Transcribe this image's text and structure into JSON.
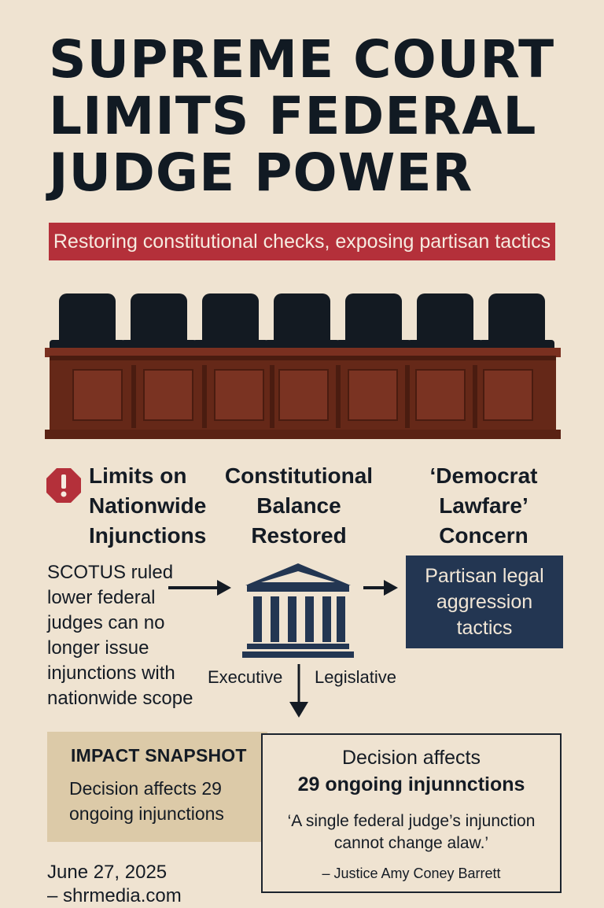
{
  "title": {
    "line1": "SUPREME COURT",
    "line2": "LIMITS FEDERAL",
    "line3": "JUDGE POWER"
  },
  "subtitle": "Restoring constitutional checks, exposing partisan tactics",
  "sections": [
    {
      "lines": [
        "Limits on",
        "Nationwide",
        "Injunctions"
      ]
    },
    {
      "lines": [
        "Constitutional",
        "Balance",
        "Restored"
      ]
    },
    {
      "lines": [
        "‘Democrat",
        "Lawfare’",
        "Concern"
      ]
    }
  ],
  "ruling_text": "SCOTUS ruled lower federal judges can no longer issue injunctions with nationwide scope",
  "lawfare_box": "Partisan legal aggression tactics",
  "branches": {
    "left": "Executive",
    "right": "Legislative"
  },
  "impact": {
    "title": "IMPACT SNAPSHOT",
    "text": "Decision affects 29 ongoing injunctions"
  },
  "quote_box": {
    "line1": "Decision affects",
    "line2": "29 ongoing injunnctions",
    "quote": "‘A single federal judge’s injunction cannot change alaw.’",
    "author": "– Justice Amy Coney Barrett"
  },
  "footer": {
    "date": "June 27, 2025",
    "source": "– shrmedia.com"
  },
  "colors": {
    "background": "#efe3d1",
    "banner": "#b4303a",
    "navy": "#233652",
    "wood": "#6b2a1a",
    "chair": "#131a22",
    "snapshot": "#dccaa8"
  },
  "icons": {
    "alert": "stop-octagon-exclamation-icon",
    "court": "courthouse-pillars-icon"
  }
}
